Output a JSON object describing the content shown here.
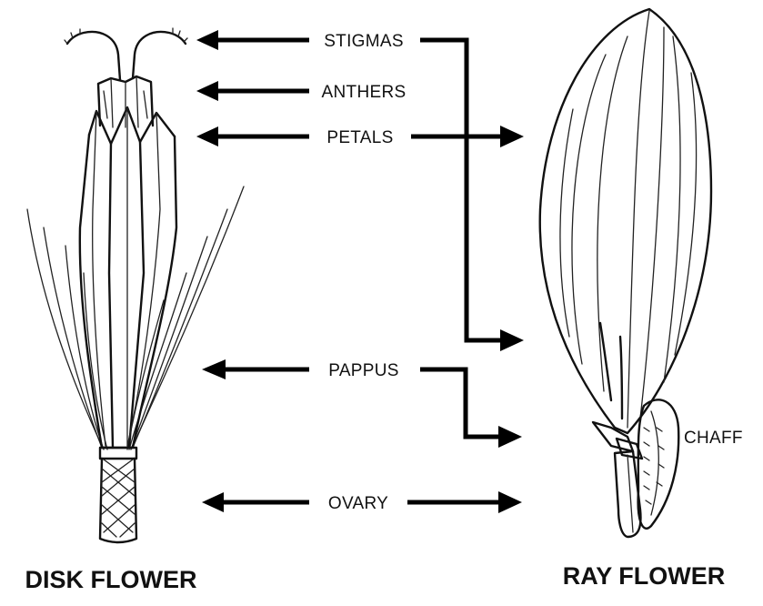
{
  "labels": {
    "stigmas": "STIGMAS",
    "anthers": "ANTHERS",
    "petals": "PETALS",
    "pappus": "PAPPUS",
    "ovary": "OVARY",
    "chaff": "CHAFF"
  },
  "titles": {
    "disk_flower": "DISK FLOWER",
    "ray_flower": "RAY FLOWER"
  },
  "colors": {
    "ink": "#111111",
    "background": "#ffffff"
  }
}
